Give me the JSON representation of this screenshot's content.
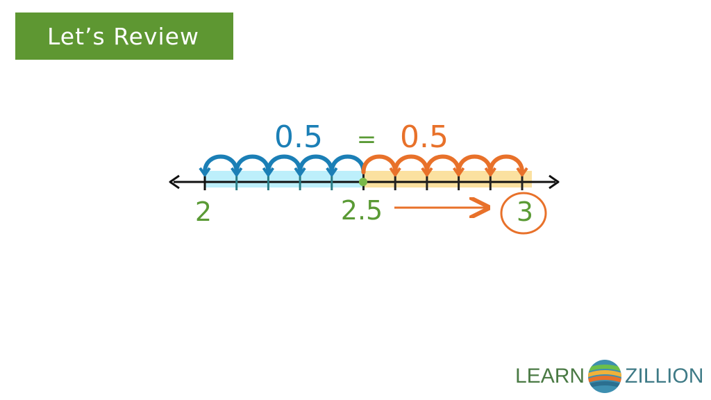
{
  "header": {
    "title": "Let’s Review"
  },
  "number_line": {
    "start_label": "2",
    "mid_label": "2.5",
    "end_label": "3",
    "left_group_label": "0.5",
    "equals_sign": "=",
    "right_group_label": "0.5",
    "start_value": 2,
    "mid_value": 2.5,
    "end_value": 3,
    "tick_step": 0.1,
    "left_hops": 5,
    "right_hops": 5
  },
  "colors": {
    "banner": "#5e9732",
    "left_group": "#1b7fb6",
    "right_group": "#e8712a",
    "left_highlight": "#bdeffb",
    "right_highlight": "#fbe1a0",
    "labels_green": "#5a9a35",
    "axis": "#111111"
  },
  "logo": {
    "part1": "LEARN",
    "part2": "ZILLION"
  }
}
